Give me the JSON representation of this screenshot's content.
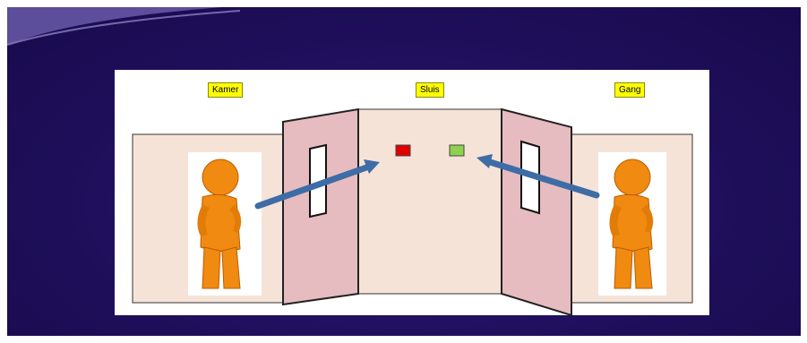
{
  "labels": {
    "kamer": "Kamer",
    "sluis": "Sluis",
    "gang": "Gang"
  },
  "colors": {
    "background": "#1f0f5c",
    "wall": "#f6e3d8",
    "door": "#e6bcc0",
    "label_bg": "#ffff00",
    "arrow": "#3e6da6",
    "indicator_red": "#e00000",
    "indicator_green": "#8fd14f",
    "figure": "#f08a10"
  },
  "icons": {
    "left_person": "person-figure-icon",
    "right_person": "person-figure-icon"
  }
}
